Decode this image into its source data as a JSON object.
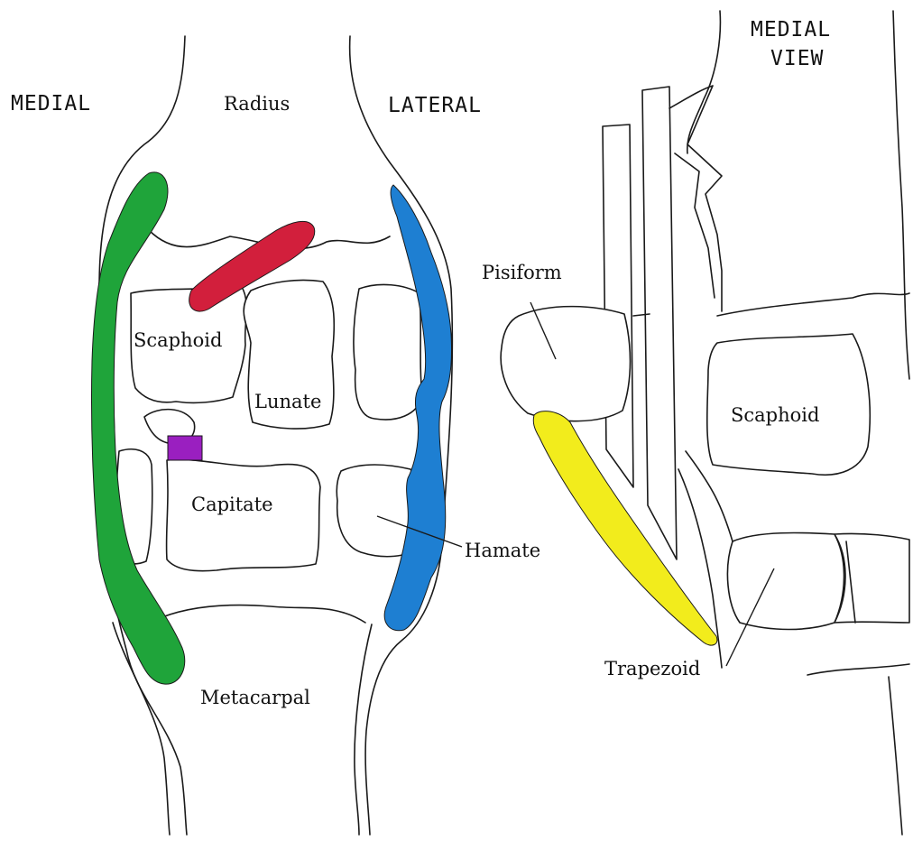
{
  "labels": {
    "medial": "MEDIAL",
    "radius": "Radius",
    "lateral": "LATERAL",
    "medial_view_line1": "MEDIAL",
    "medial_view_line2": "VIEW",
    "scaphoid_left": "Scaphoid",
    "lunate": "Lunate",
    "capitate": "Capitate",
    "hamate": "Hamate",
    "metacarpal": "Metacarpal",
    "pisiform": "Pisiform",
    "scaphoid_right": "Scaphoid",
    "trapezoid": "Trapezoid"
  },
  "colors": {
    "green_band": "#1fa43a",
    "red_band": "#d21f3c",
    "blue_band": "#1e7fd2",
    "purple_marker": "#9a1fc0",
    "yellow_band": "#f2ec1c",
    "outline": "#1a1a1a"
  }
}
